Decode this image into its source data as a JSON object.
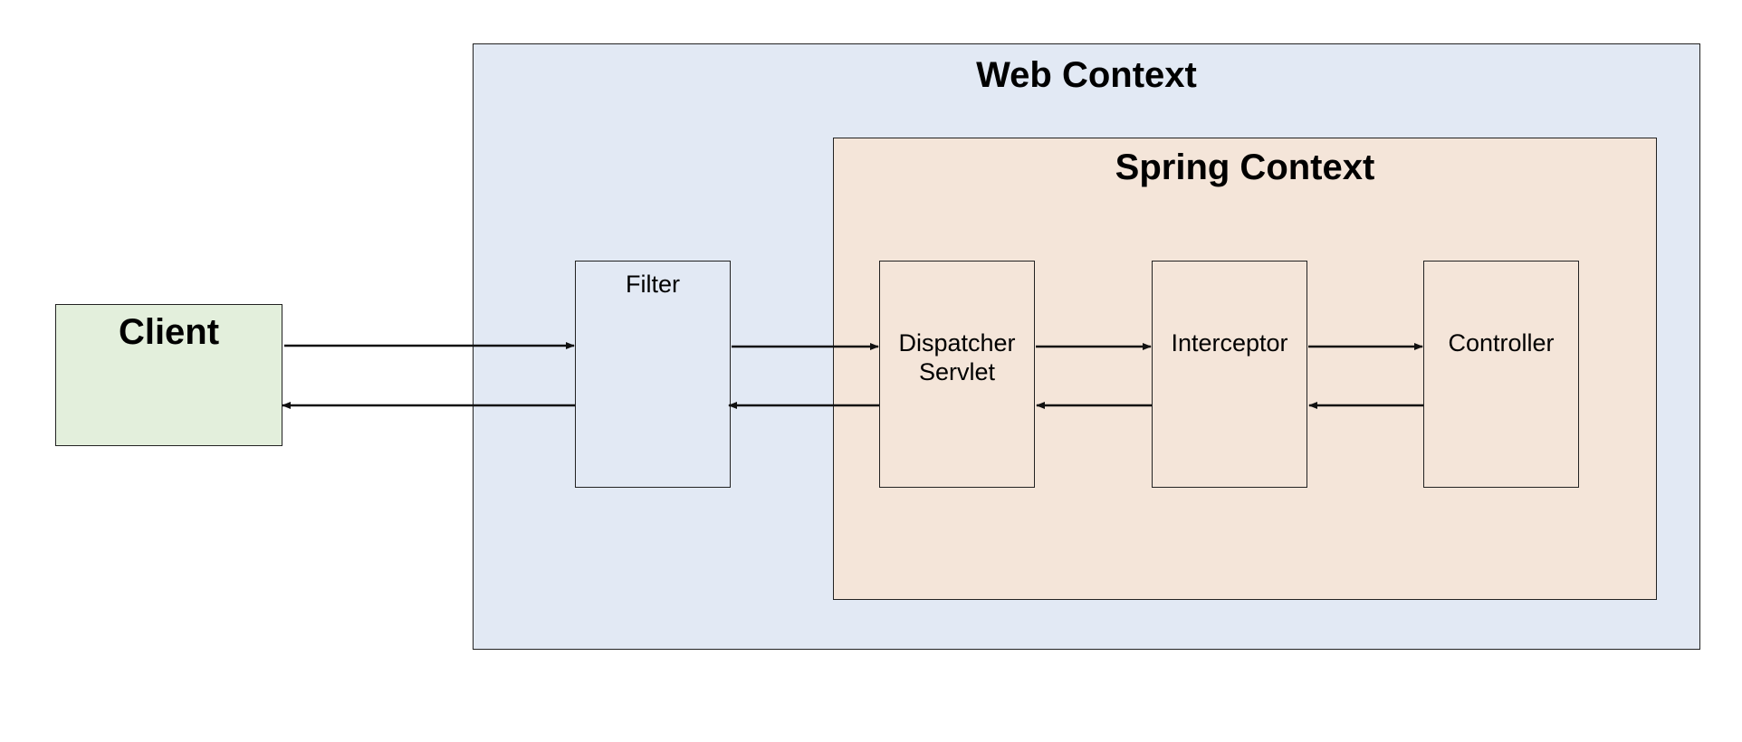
{
  "diagram": {
    "web_context": {
      "title": "Web Context"
    },
    "spring_context": {
      "title": "Spring Context"
    },
    "client": {
      "title": "Client"
    },
    "filter": {
      "label": "Filter"
    },
    "dispatcher_servlet": {
      "line1": "Dispatcher",
      "line2": "Servlet"
    },
    "interceptor": {
      "label": "Interceptor"
    },
    "controller": {
      "label": "Controller"
    }
  },
  "colors": {
    "web_context_fill": "#e2e9f4",
    "spring_context_fill": "#f4e5d9",
    "client_fill": "#e3efdc",
    "stroke": "#222222"
  }
}
